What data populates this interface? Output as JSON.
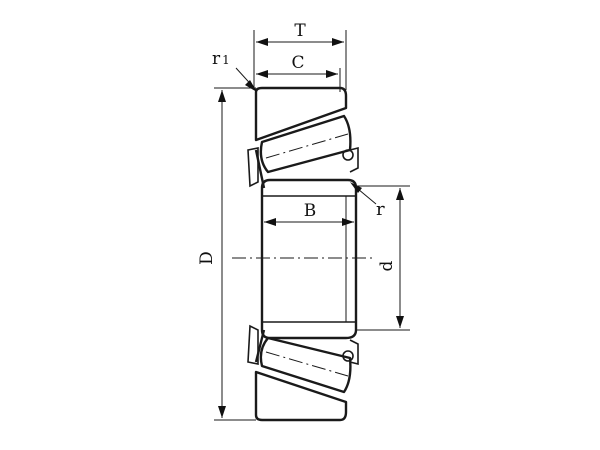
{
  "labels": {
    "T": "T",
    "C": "C",
    "r1": "r",
    "r1_sub": "1",
    "r": "r",
    "B": "B",
    "D": "D",
    "d": "d"
  }
}
